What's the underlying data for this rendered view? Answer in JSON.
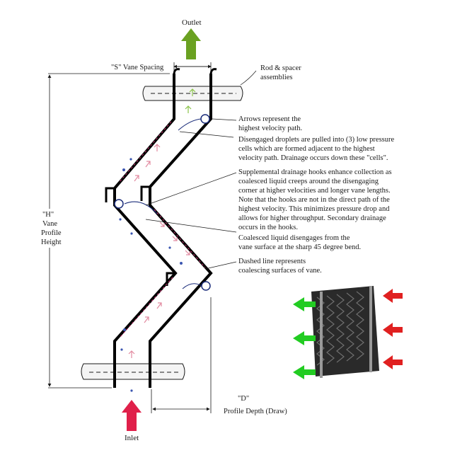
{
  "title_outlet": "Outlet",
  "title_inlet": "Inlet",
  "dimensions": {
    "s_spacing": "\"S\" Vane Spacing",
    "h_label_1": "\"H\"",
    "h_label_2": "Vane",
    "h_label_3": "Profile",
    "h_label_4": "Height",
    "d_label_1": "\"D\"",
    "d_label_2": "Profile Depth (Draw)"
  },
  "callouts": {
    "rod_1": "Rod & spacer",
    "rod_2": "assemblies",
    "arrows_1": "Arrows represent the",
    "arrows_2": "highest velocity path.",
    "droplets_1": "Disengaged droplets are pulled into (3) low pressure",
    "droplets_2": "cells which are formed adjacent to the highest",
    "droplets_3": "velocity path. Drainage occurs down these \"cells\".",
    "hooks_1": "Supplemental drainage hooks enhance collection as",
    "hooks_2": "coalesced liquid creeps around the disengaging",
    "hooks_3": "corner at higher velocities and longer vane lengths.",
    "hooks_4": "Note that the hooks are not in the direct path of the",
    "hooks_5": "highest velocity. This minimizes pressure drop and",
    "hooks_6": "allows for higher throughput. Secondary drainage",
    "hooks_7": "occurs in the hooks.",
    "coalesced_1": "Coalesced liquid disengages from the",
    "coalesced_2": "vane surface at the sharp 45 degree bend.",
    "dashed_1": "Dashed line represents",
    "dashed_2": "coalescing surfaces of vane."
  },
  "colors": {
    "outlet_arrow": "#6aa121",
    "inlet_arrow": "#e0204a",
    "flow_arrow": "#e28aa0",
    "green_small": "#8bc34a",
    "vane": "#000000",
    "droplet": "#3a55b0",
    "dashed": "#c0306a",
    "pack_in_arrow": "#e02020",
    "pack_out_arrow": "#22cc22"
  }
}
